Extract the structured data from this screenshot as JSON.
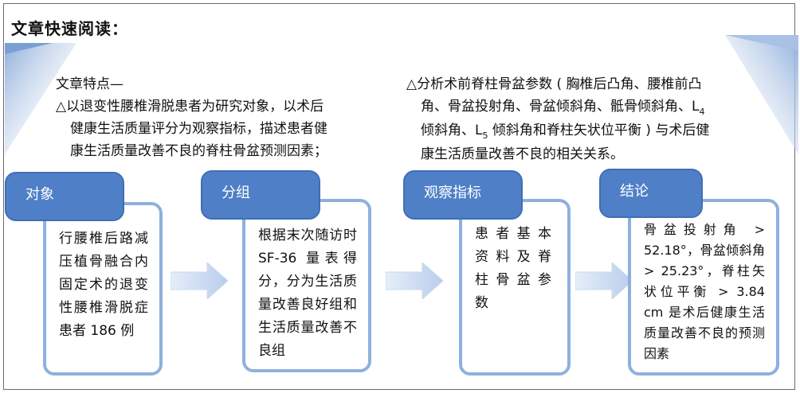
{
  "title": "文章快速阅读：",
  "features": {
    "heading": "文章特点—",
    "line1": "△以退变性腰椎滑脱患者为研究对象，以术后",
    "line2": "健康生活质量评分为观察指标，描述患者健",
    "line3": "康生活质量改善不良的脊柱骨盆预测因素；"
  },
  "analysis": {
    "line1": "△分析术前脊柱骨盆参数 ( 胸椎后凸角、腰椎前凸",
    "line2_a": "角、骨盆投射角、骨盆倾斜角、骶骨倾斜角、L",
    "line2_sub": "4",
    "line3_a": "倾斜角、L",
    "line3_sub": "5",
    "line3_b": " 倾斜角和脊柱矢状位平衡 ) 与术后健",
    "line4": "康生活质量改善不良的相关关系。"
  },
  "steps": [
    {
      "label": "对象",
      "text": "行腰椎后路减压植骨融合内固定术的退变性腰椎滑脱症患者 186 例"
    },
    {
      "label": "分组",
      "text": "根据末次随访时 SF-36 量表得分，分为生活质量改善良好组和生活质量改善不良组"
    },
    {
      "label": "观察指标",
      "text": "患者基本资料及脊柱骨盆参数"
    },
    {
      "label": "结论",
      "text": "骨盆投射角 > 52.18°，骨盆倾斜角 > 25.23°，脊柱矢状位平衡 > 3.84 cm 是术后健康生活质量改善不良的预测因素"
    }
  ],
  "colors": {
    "label_fill": "#4f7fc7",
    "card_border": "#8fb0dd",
    "arrow_fill": "#c9d9f0",
    "banner_fill": "#9ab7df"
  }
}
